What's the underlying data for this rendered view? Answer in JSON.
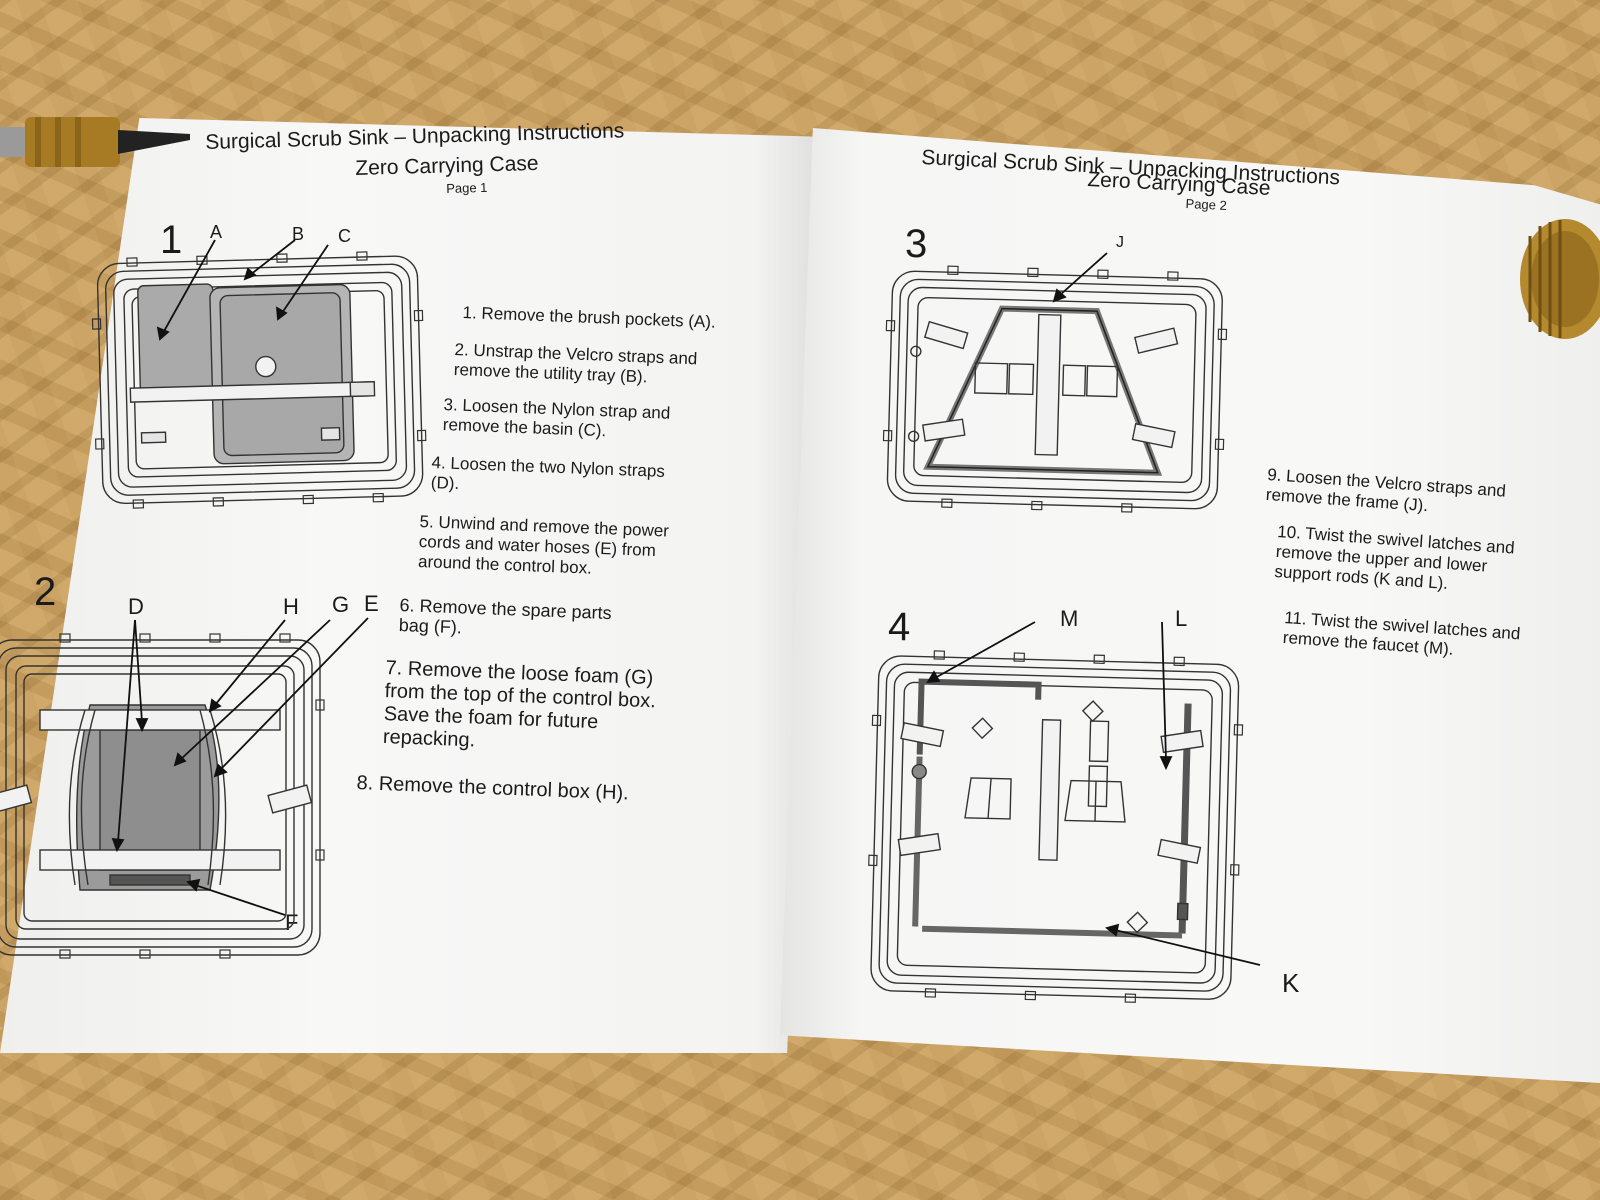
{
  "left_page": {
    "title": "Surgical Scrub Sink – Unpacking Instructions",
    "subtitle": "Zero Carrying Case",
    "page_label": "Page 1",
    "figures": [
      {
        "number": "1",
        "callouts": [
          "A",
          "B",
          "C"
        ]
      },
      {
        "number": "2",
        "callouts": [
          "D",
          "H",
          "G",
          "E",
          "F"
        ]
      }
    ],
    "steps": [
      "1. Remove the brush pockets (A).",
      "2. Unstrap the Velcro straps and\n    remove the utility tray (B).",
      "3. Loosen the Nylon strap and\n    remove the basin (C).",
      "4. Loosen the two Nylon straps\n    (D).",
      "5. Unwind and remove the power\n    cords and water hoses (E) from\n    around the control box.",
      "6. Remove the spare parts\n    bag (F).",
      "7. Remove the loose foam (G)\n    from the top of the control box.\n    Save the foam for future\n    repacking.",
      "8. Remove the control box (H)."
    ]
  },
  "right_page": {
    "title": "Surgical Scrub Sink – Unpacking Instructions",
    "subtitle": "Zero Carrying Case",
    "page_label": "Page 2",
    "figures": [
      {
        "number": "3",
        "callouts": [
          "J"
        ]
      },
      {
        "number": "4",
        "callouts": [
          "M",
          "L",
          "K"
        ]
      }
    ],
    "steps": [
      "9. Loosen the Velcro straps and\n    remove the frame (J).",
      "10. Twist the swivel latches and\n      remove the upper and lower\n      support rods (K and L).",
      "11. Twist the swivel latches and\n      remove the faucet (M)."
    ]
  },
  "colors": {
    "wood": "#c9a164",
    "paper": "#f7f7f6",
    "ink": "#1b1b1b",
    "shaded_part": "#a9a9a9"
  }
}
